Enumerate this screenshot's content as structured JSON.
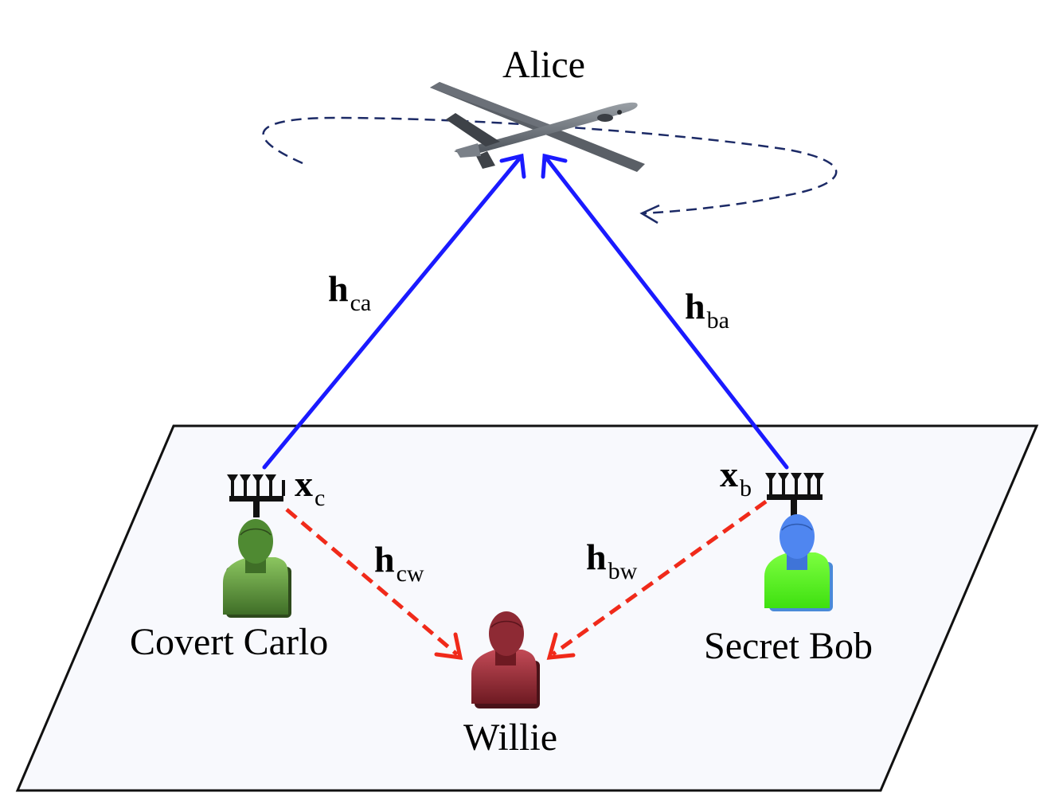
{
  "nodes": {
    "alice": "Alice",
    "carlo": "Covert Carlo",
    "bob": "Secret Bob",
    "willie": "Willie"
  },
  "channels": {
    "ca": {
      "symbol": "h",
      "sub": "ca"
    },
    "ba": {
      "symbol": "h",
      "sub": "ba"
    },
    "cw": {
      "symbol": "h",
      "sub": "cw"
    },
    "bw": {
      "symbol": "h",
      "sub": "bw"
    }
  },
  "signals": {
    "xc": {
      "symbol": "x",
      "sub": "c"
    },
    "xb": {
      "symbol": "x",
      "sub": "b"
    }
  },
  "colors": {
    "legit_link": "#1a1aff",
    "warden_link": "#f02a1a",
    "trajectory": "#1c2a66",
    "ground": "#f8f9fd",
    "carlo": "#4f8a32",
    "bob_head": "#4f86f0",
    "bob_body": "#55f020",
    "willie": "#8e2a34"
  }
}
